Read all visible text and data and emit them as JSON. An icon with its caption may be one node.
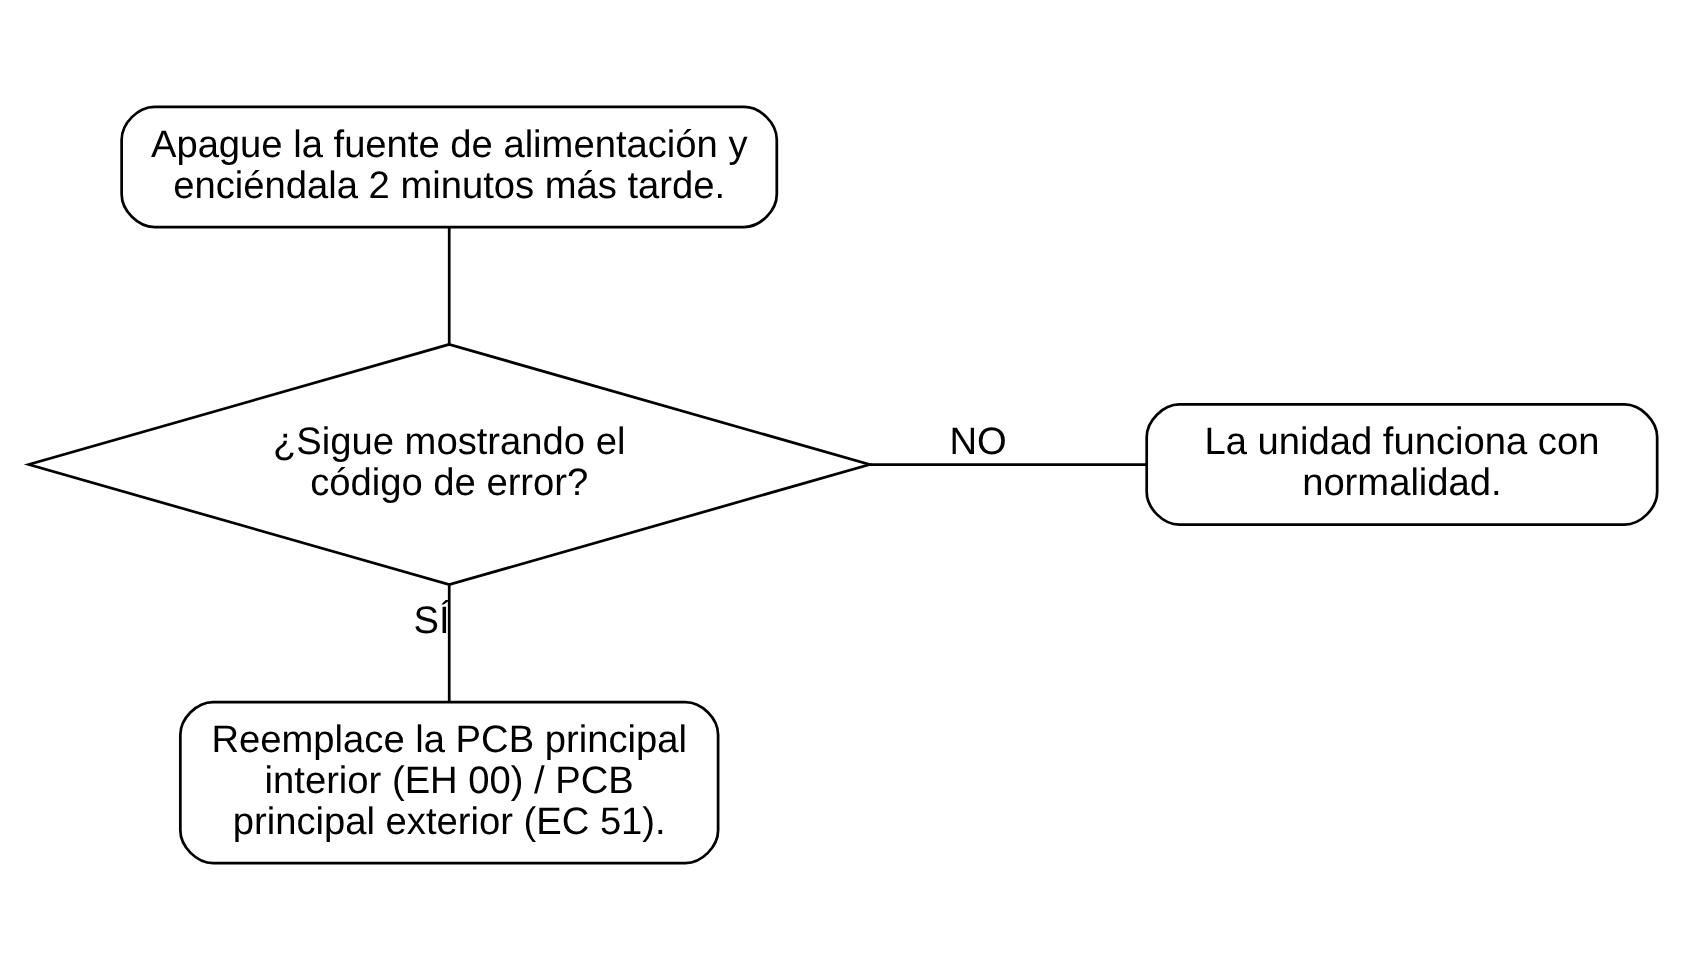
{
  "diagram": {
    "nodes": [
      {
        "text": [
          "Apague la fuente de alimentación y enciéndala 2 minutos más tarde."
        ]
      },
      {
        "text": [
          "¿Sigue mostrando el código de error?"
        ]
      },
      {
        "text": [
          "La unidad funciona con normalidad."
        ]
      },
      {
        "text": [
          "Reemplace la PCB principal interior (EH 00) / PCB principal exterior (EC 51)."
        ]
      }
    ],
    "edges": [
      {
        "from": 0,
        "to": 1,
        "arrow": "none"
      },
      {
        "from": 1,
        "to": 2,
        "arrow": "none",
        "label": "NO"
      },
      {
        "from": 1,
        "to": 3,
        "arrow": "none",
        "label": "SÍ"
      }
    ]
  }
}
